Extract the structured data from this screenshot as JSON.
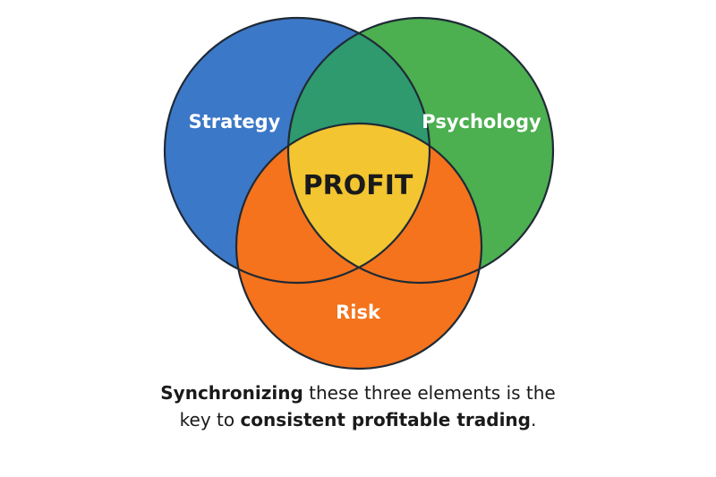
{
  "diagram": {
    "type": "venn",
    "sets": [
      {
        "key": "strategy",
        "label": "Strategy",
        "color": "#3C78C8"
      },
      {
        "key": "psychology",
        "label": "Psychology",
        "color": "#4CAF50"
      },
      {
        "key": "risk",
        "label": "Risk",
        "color": "#F4731C"
      }
    ],
    "overlap_colors": {
      "strategy_psychology": "#2E9A6E",
      "strategy_risk": "#F4731C",
      "psychology_risk": "#F4731C",
      "center": "#F2C531"
    },
    "center_label": "PROFIT",
    "outline_color": "#1f2a36"
  },
  "caption": {
    "line1_bold": "Synchronizing",
    "line1_rest": " these three elements is the",
    "line2_start": "key to ",
    "line2_bold": "consistent profitable trading",
    "line2_end": "."
  }
}
